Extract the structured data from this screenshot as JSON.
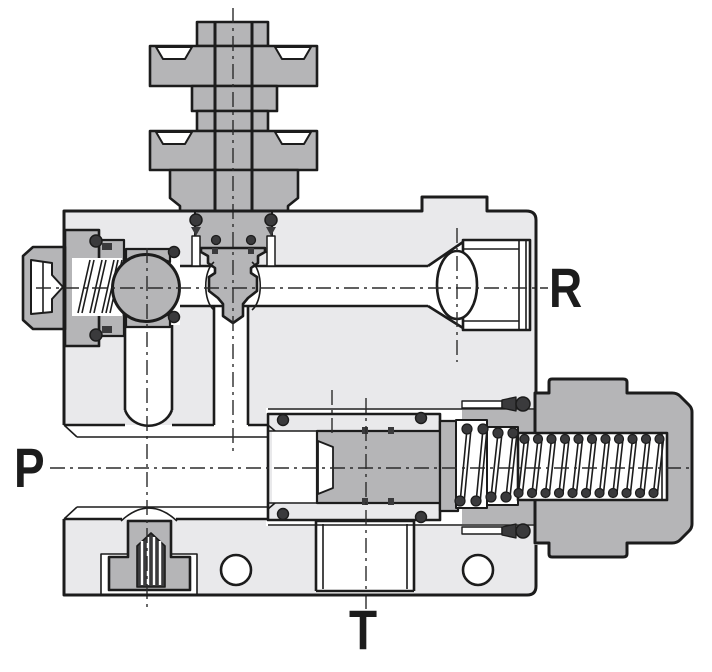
{
  "labels": {
    "port_p": "P",
    "port_r": "R",
    "port_t": "T"
  },
  "colors": {
    "body": "#e9e9eb",
    "part": "#b5b5b7",
    "white": "#ffffff",
    "outline": "#1c1c1c",
    "dark": "#3a3a3c",
    "bg": "#ffffff",
    "center": "#2b2b2b"
  }
}
